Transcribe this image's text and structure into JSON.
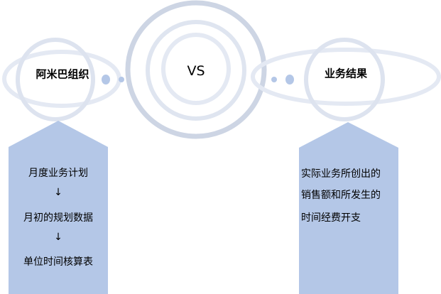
{
  "left": {
    "title": "阿米巴组织",
    "box_lines": [
      "月度业务计划",
      "↓",
      "月初的规划数据",
      "↓",
      "单位时间核算表"
    ]
  },
  "center": {
    "label": "VS"
  },
  "right": {
    "title": "业务结果",
    "box_lines": [
      "实际业务所创出的",
      "销售额和所发生的",
      "时间经费开支"
    ]
  },
  "colors": {
    "ring_light": "#e4e9f3",
    "ring_dark": "#cdd5e4",
    "box": "#b4c7e7",
    "dot": "#b4c7e7"
  }
}
